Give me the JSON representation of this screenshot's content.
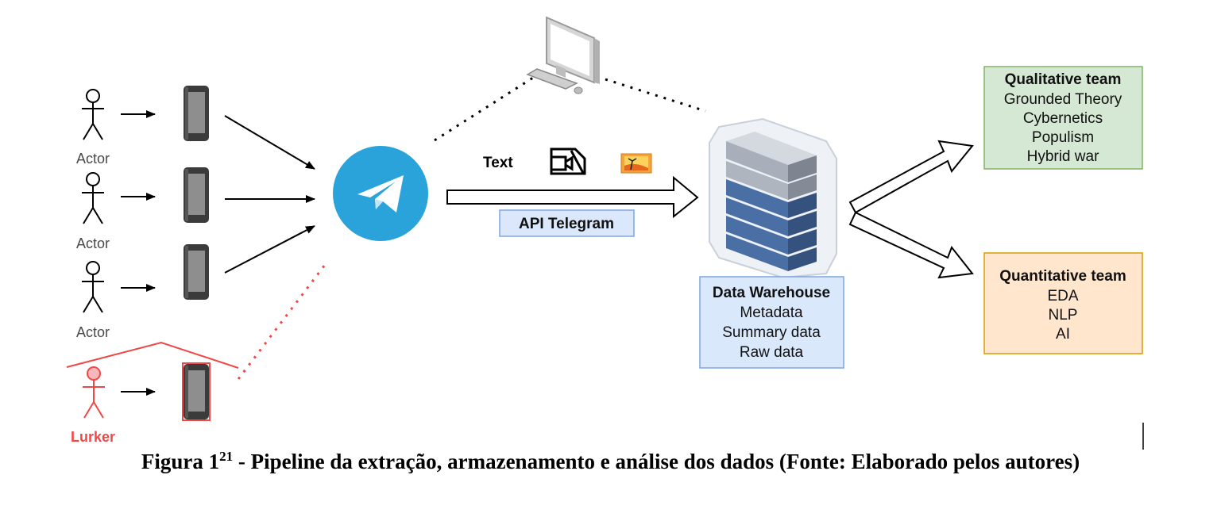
{
  "actors": [
    {
      "label": "Actor"
    },
    {
      "label": "Actor"
    },
    {
      "label": "Actor"
    }
  ],
  "lurker": {
    "label": "Lurker",
    "color": "#f04848"
  },
  "media": {
    "text_label": "Text"
  },
  "api": {
    "label": "API Telegram"
  },
  "warehouse": {
    "title": "Data Warehouse",
    "lines": [
      "Metadata",
      "Summary data",
      "Raw data"
    ]
  },
  "qualitative": {
    "title": "Qualitative team",
    "lines": [
      "Grounded Theory",
      "Cybernetics",
      "Populism",
      "Hybrid war"
    ]
  },
  "quantitative": {
    "title": "Quantitative team",
    "lines": [
      "EDA",
      "NLP",
      "AI"
    ]
  },
  "caption": {
    "prefix": "Figura 1",
    "sup": "21",
    "text": " - Pipeline da extração, armazenamento e análise dos dados (Fonte: Elaborado pelos autores)"
  },
  "colors": {
    "telegram": "#2aa3db",
    "api_box": "#dbe8fb",
    "warehouse_box": "#dae8fc",
    "qualitative_box": "#d5e8d4",
    "quantitative_box": "#ffe6cc"
  }
}
